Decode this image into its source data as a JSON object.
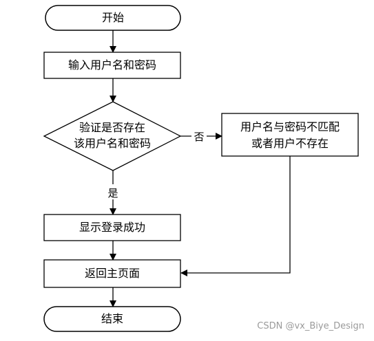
{
  "flowchart": {
    "start": "开始",
    "input": "输入用户名和密码",
    "decision_line1": "验证是否存在",
    "decision_line2": "该用户名和密码",
    "no_label": "否",
    "mismatch_line1": "用户名与密码不匹配",
    "mismatch_line2": "或者用户不存在",
    "yes_label": "是",
    "success": "显示登录成功",
    "return": "返回主页面",
    "end": "结束"
  },
  "watermark": "CSDN @vx_Biye_Design"
}
